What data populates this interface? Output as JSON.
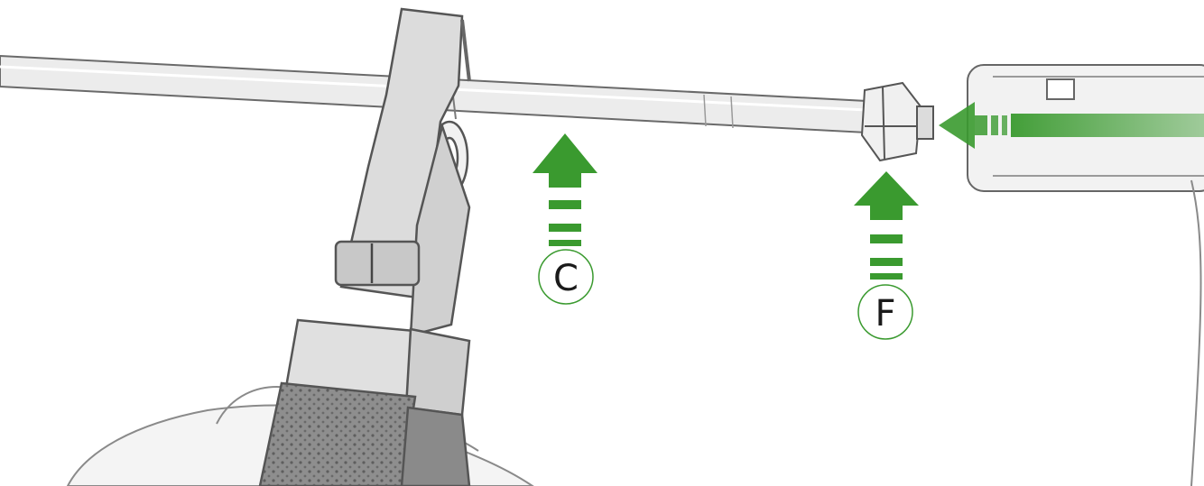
{
  "callouts": [
    {
      "id": "c",
      "label": "C"
    },
    {
      "id": "f",
      "label": "F"
    }
  ],
  "colors": {
    "arrow": "#3a9a2f",
    "circle_stroke": "#3a9a2f",
    "sketch_line": "#555555",
    "sketch_fill": "#e6e6e6",
    "grip_fill": "#9a9a9a"
  },
  "icons": {
    "pliers": "pliers-icon",
    "rod": "rod-icon",
    "nut": "hex-nut-icon",
    "socket": "socket-icon",
    "hand": "hand-icon"
  }
}
